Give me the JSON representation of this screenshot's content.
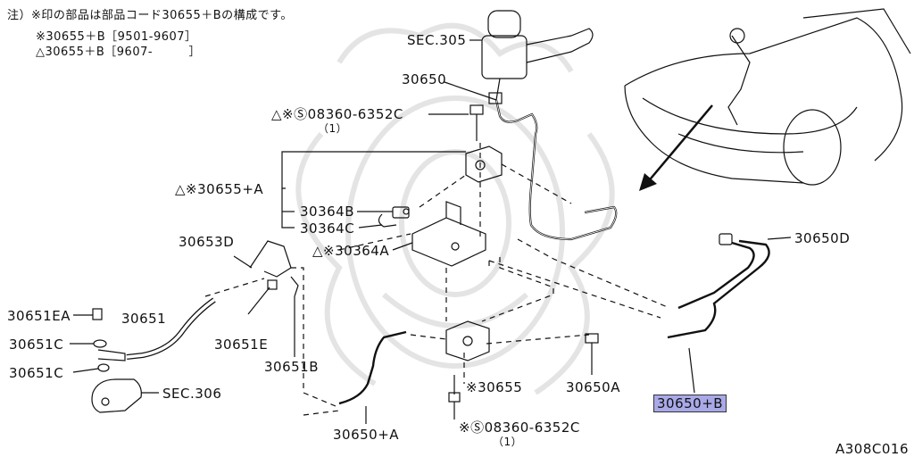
{
  "notes": {
    "line1": "注）※印の部品は部品コード30655＋Bの構成です。",
    "line2": "※30655＋B［9501-9607］",
    "line3": "△30655＋B［9607-　　　］"
  },
  "labels": {
    "sec305": "SEC.305",
    "p30650_top": "30650",
    "bolt_top": "△※Ⓢ08360-6352C",
    "bolt_top_qty": "（1）",
    "p30655A": "△※30655+A",
    "p30364B": "30364B",
    "p30364C": "30364C",
    "p30364A": "△※30364A",
    "p30653D": "30653D",
    "p30650D": "30650D",
    "p30651EA": "30651EA",
    "p30651": "30651",
    "p30651C_1": "30651C",
    "p30651C_2": "30651C",
    "p30651E": "30651E",
    "p30651B": "30651B",
    "sec306": "SEC.306",
    "p30655": "※30655",
    "p30650A": "30650A",
    "p30650B": "30650+B",
    "p30650PA": "30650+A",
    "bolt_bottom": "※Ⓢ08360-6352C",
    "bolt_bottom_qty": "（1）",
    "diagram_code": "A308C016"
  },
  "colors": {
    "line": "#111111",
    "highlight": "#a9a9e8",
    "watermark": "#e6e6e6"
  }
}
